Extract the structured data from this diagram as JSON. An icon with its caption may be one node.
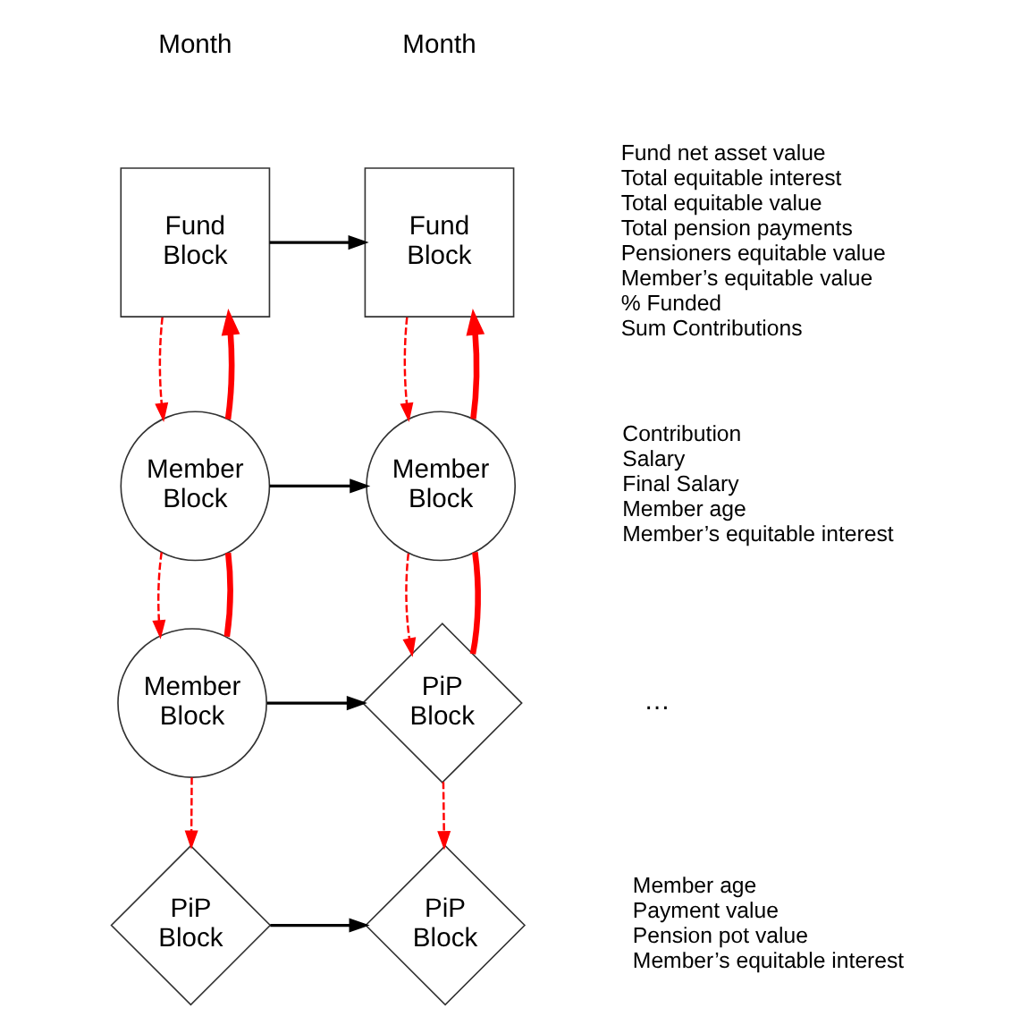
{
  "diagram": {
    "nodes": [
      {
        "text": [
          "Fund Block"
        ]
      },
      {
        "text": [
          "Fund Block"
        ],
        "beside": [
          "Fund net asset value",
          "Total equitable interest",
          "Total equitable value",
          "Total pension payments",
          "Pensioners equitable value",
          "Member’s equitable value",
          "% Funded",
          "Sum Contributions"
        ]
      },
      {
        "text": [
          "Member Block"
        ]
      },
      {
        "text": [
          "Member Block"
        ],
        "beside": [
          "Contribution",
          "Salary",
          "Final Salary",
          "Member age",
          "Member’s equitable interest"
        ]
      },
      {
        "text": [
          "Member Block"
        ]
      },
      {
        "text": [
          "PiP Block"
        ]
      },
      {
        "text": [
          "PiP Block"
        ]
      },
      {
        "text": [
          "PiP Block"
        ],
        "beside": [
          "Member age",
          "Payment value",
          "Pension pot value",
          "Member’s equitable interest"
        ]
      }
    ],
    "edges": [
      {
        "from": 0,
        "to": 1,
        "arrow": "to",
        "color": "#000000"
      },
      {
        "from": 0,
        "to": 2,
        "arrow": "to",
        "style": "dashed",
        "color": "#ff0000"
      },
      {
        "from": 2,
        "to": 0,
        "arrow": "to",
        "style": "thick",
        "color": "#ff0000"
      },
      {
        "from": 1,
        "to": 3,
        "arrow": "to",
        "style": "dashed",
        "color": "#ff0000"
      },
      {
        "from": 3,
        "to": 1,
        "arrow": "to",
        "style": "thick",
        "color": "#ff0000"
      },
      {
        "from": 2,
        "to": 3,
        "arrow": "to",
        "color": "#000000"
      },
      {
        "from": 2,
        "to": 4,
        "arrow": "to",
        "style": "dashed",
        "color": "#ff0000"
      },
      {
        "from": 2,
        "to": 4,
        "arrow": "none",
        "style": "thick",
        "color": "#ff0000"
      },
      {
        "from": 3,
        "to": 5,
        "arrow": "to",
        "style": "dashed",
        "color": "#ff0000"
      },
      {
        "from": 3,
        "to": 5,
        "arrow": "none",
        "style": "thick",
        "color": "#ff0000"
      },
      {
        "from": 4,
        "to": 5,
        "arrow": "to",
        "color": "#000000"
      },
      {
        "from": 4,
        "to": 6,
        "arrow": "to",
        "style": "dashed",
        "color": "#ff0000"
      },
      {
        "from": 5,
        "to": 7,
        "arrow": "to",
        "style": "dashed",
        "color": "#ff0000"
      },
      {
        "from": 6,
        "to": 7,
        "arrow": "to",
        "color": "#000000"
      }
    ],
    "labels": [
      "Month",
      "Month",
      "…"
    ]
  }
}
